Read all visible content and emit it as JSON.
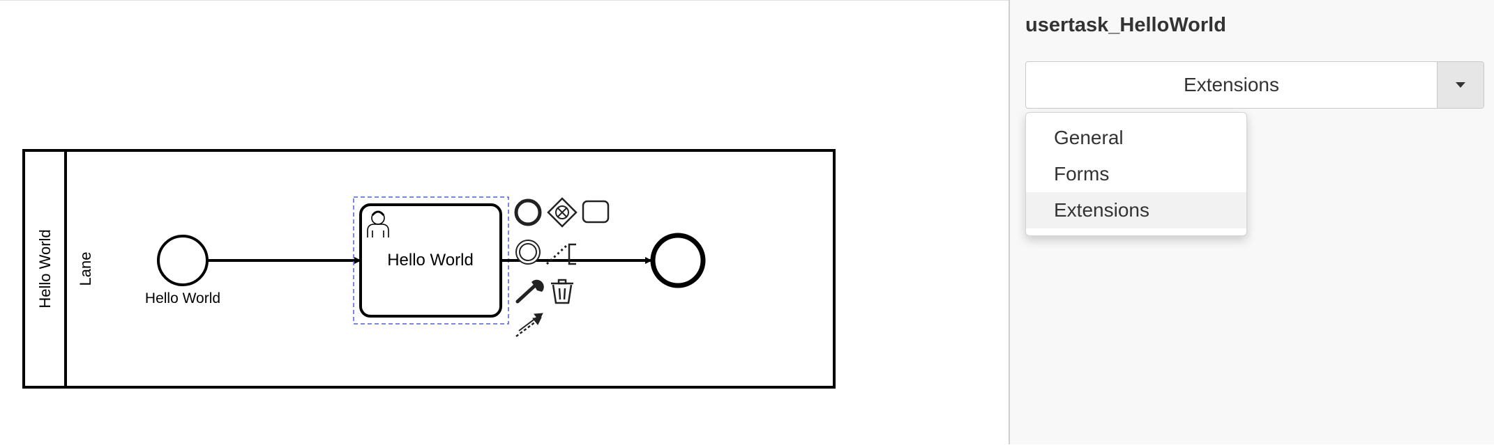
{
  "diagram": {
    "pool_label": "Hello World",
    "lane_label": "Lane",
    "start_event_label": "Hello World",
    "task_label": "Hello World"
  },
  "context_pad": {
    "icons": [
      "append-end-event-icon",
      "append-gateway-icon",
      "append-task-icon",
      "append-intermediate-event-icon",
      "text-annotation-icon",
      "change-type-wrench-icon",
      "delete-trash-icon",
      "connect-arrow-icon"
    ]
  },
  "properties_panel": {
    "title": "usertask_HelloWorld",
    "tab_select": {
      "selected": "Extensions",
      "options": [
        "General",
        "Forms",
        "Extensions"
      ]
    }
  },
  "colors": {
    "selection_outline": "#4f5fdc",
    "panel_background": "#f8f8f8",
    "menu_highlight": "#f2f2f2"
  }
}
